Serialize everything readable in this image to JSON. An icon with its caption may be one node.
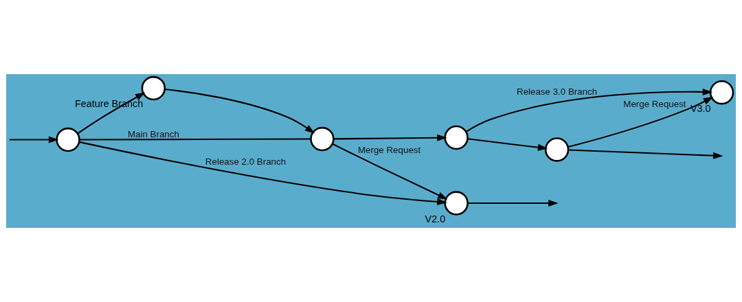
{
  "diagram": {
    "nodes": [
      {
        "text": [],
        "shape": "circle"
      },
      {
        "text": [],
        "shape": "circle",
        "beside": [
          "Feature Branch"
        ]
      },
      {
        "text": [],
        "shape": "circle"
      },
      {
        "text": [],
        "shape": "circle",
        "beside": [
          "V2.0"
        ]
      },
      {
        "text": [],
        "shape": "circle"
      },
      {
        "text": [],
        "shape": "circle"
      },
      {
        "text": [],
        "shape": "circle",
        "beside": [
          "V3.0"
        ]
      }
    ],
    "edges": [
      {
        "from": null,
        "to": 0,
        "arrow": "to"
      },
      {
        "from": 0,
        "to": 2,
        "arrow": "none",
        "label": "Main Branch"
      },
      {
        "from": 0,
        "to": 3,
        "arrow": "to",
        "label": "Release 2.0 Branch"
      },
      {
        "from": 0,
        "to": 1,
        "arrow": "to"
      },
      {
        "from": 1,
        "to": 2,
        "arrow": "to"
      },
      {
        "from": 2,
        "to": 3,
        "arrow": "to",
        "label": "Merge Request"
      },
      {
        "from": 3,
        "to": null,
        "arrow": "to"
      },
      {
        "from": 2,
        "to": 4,
        "arrow": "to"
      },
      {
        "from": 4,
        "to": 6,
        "arrow": "to",
        "label": "Release 3.0 Branch"
      },
      {
        "from": 4,
        "to": 5,
        "arrow": "to"
      },
      {
        "from": 5,
        "to": null,
        "arrow": "to"
      },
      {
        "from": 5,
        "to": 6,
        "arrow": "to",
        "label": "Merge Request"
      }
    ]
  }
}
